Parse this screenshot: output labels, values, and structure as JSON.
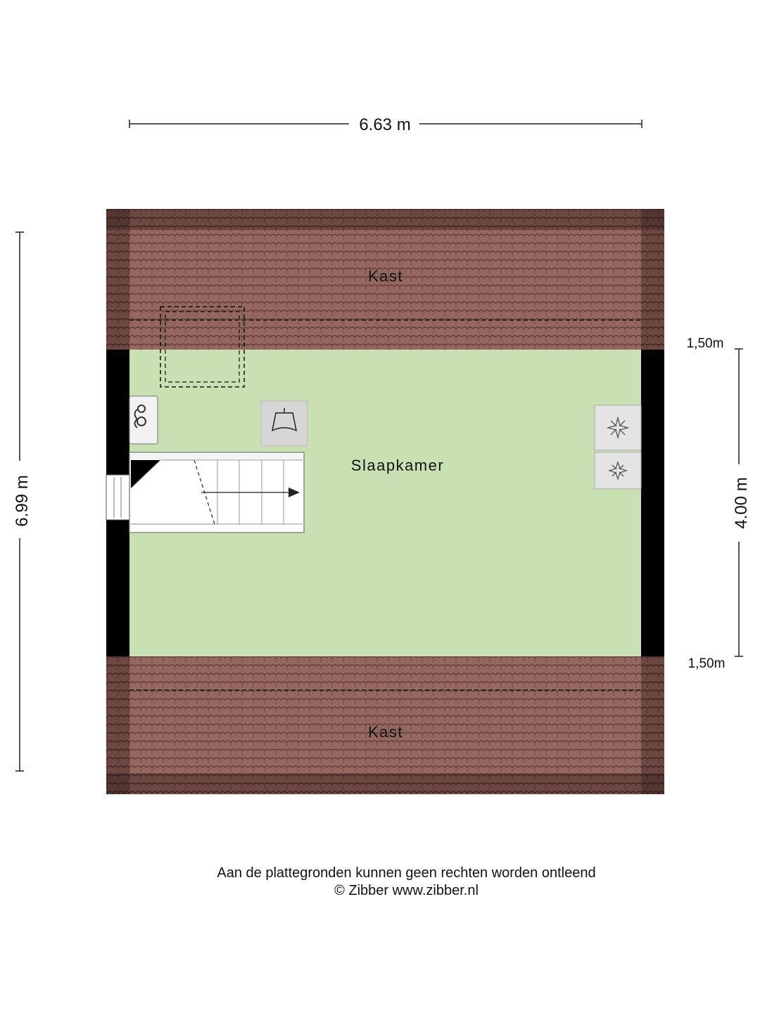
{
  "dimensions": {
    "width_total": "6.63 m",
    "height_total": "6.99 m",
    "right_top": "1,50m",
    "right_middle": "4.00 m",
    "right_bottom": "1,50m"
  },
  "rooms": {
    "top_storage": "Kast",
    "bedroom": "Slaapkamer",
    "bottom_storage": "Kast"
  },
  "footer": {
    "disclaimer": "Aan de plattegronden kunnen geen rechten worden ontleend",
    "copyright": "© Zibber www.zibber.nl"
  },
  "colors": {
    "roof_tile": "#8a5a52",
    "roof_tile_dark": "#5e3530",
    "floor": "#c8e0b2",
    "wall": "#000000"
  }
}
